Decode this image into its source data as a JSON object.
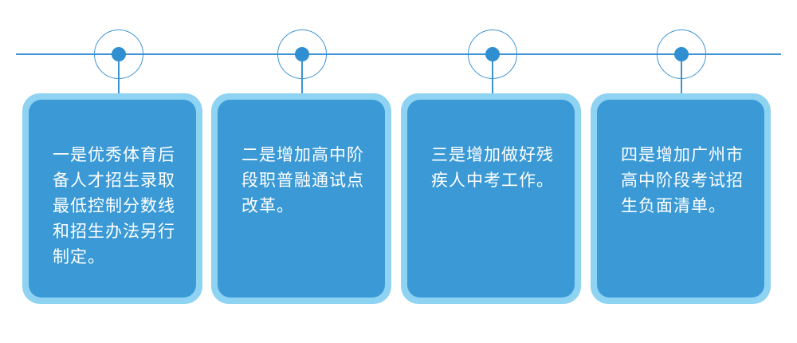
{
  "cards": [
    {
      "text": "一是优秀体育后备人才招生录取最低控制分数线和招生办法另行制定。"
    },
    {
      "text": "二是增加高中阶段职普融通试点改革。"
    },
    {
      "text": "三是增加做好残疾人中考工作。"
    },
    {
      "text": "四是增加广州市高中阶段考试招生负面清单。"
    }
  ],
  "colors": {
    "line": "#3b93d3",
    "card_border": "#8fd3f2",
    "card_fill": "#3b9ad6",
    "text": "#ffffff"
  }
}
